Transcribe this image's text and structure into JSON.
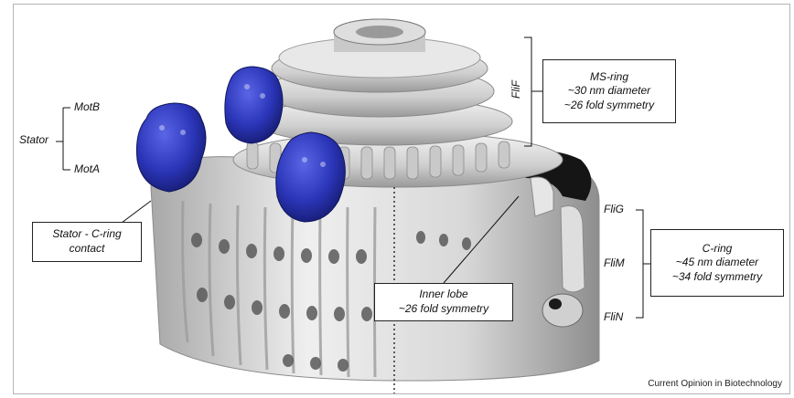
{
  "labels": {
    "stator": "Stator",
    "motb": "MotB",
    "mota": "MotA",
    "flif": "FliF",
    "flig": "FliG",
    "flim": "FliM",
    "flin": "FliN"
  },
  "boxes": {
    "ms_ring": [
      "MS-ring",
      "~30 nm diameter",
      "~26 fold symmetry"
    ],
    "c_ring": [
      "C-ring",
      "~45 nm diameter",
      "~34 fold symmetry"
    ],
    "stator_contact": [
      "Stator - C-ring",
      "contact"
    ],
    "inner_lobe": [
      "Inner lobe",
      "~26 fold symmetry"
    ]
  },
  "credit": "Current Opinion in Biotechnology",
  "colors": {
    "stator_blue": "#2b35b8",
    "ring_grey": "#d9d9d9",
    "shadow_black": "#111111"
  }
}
